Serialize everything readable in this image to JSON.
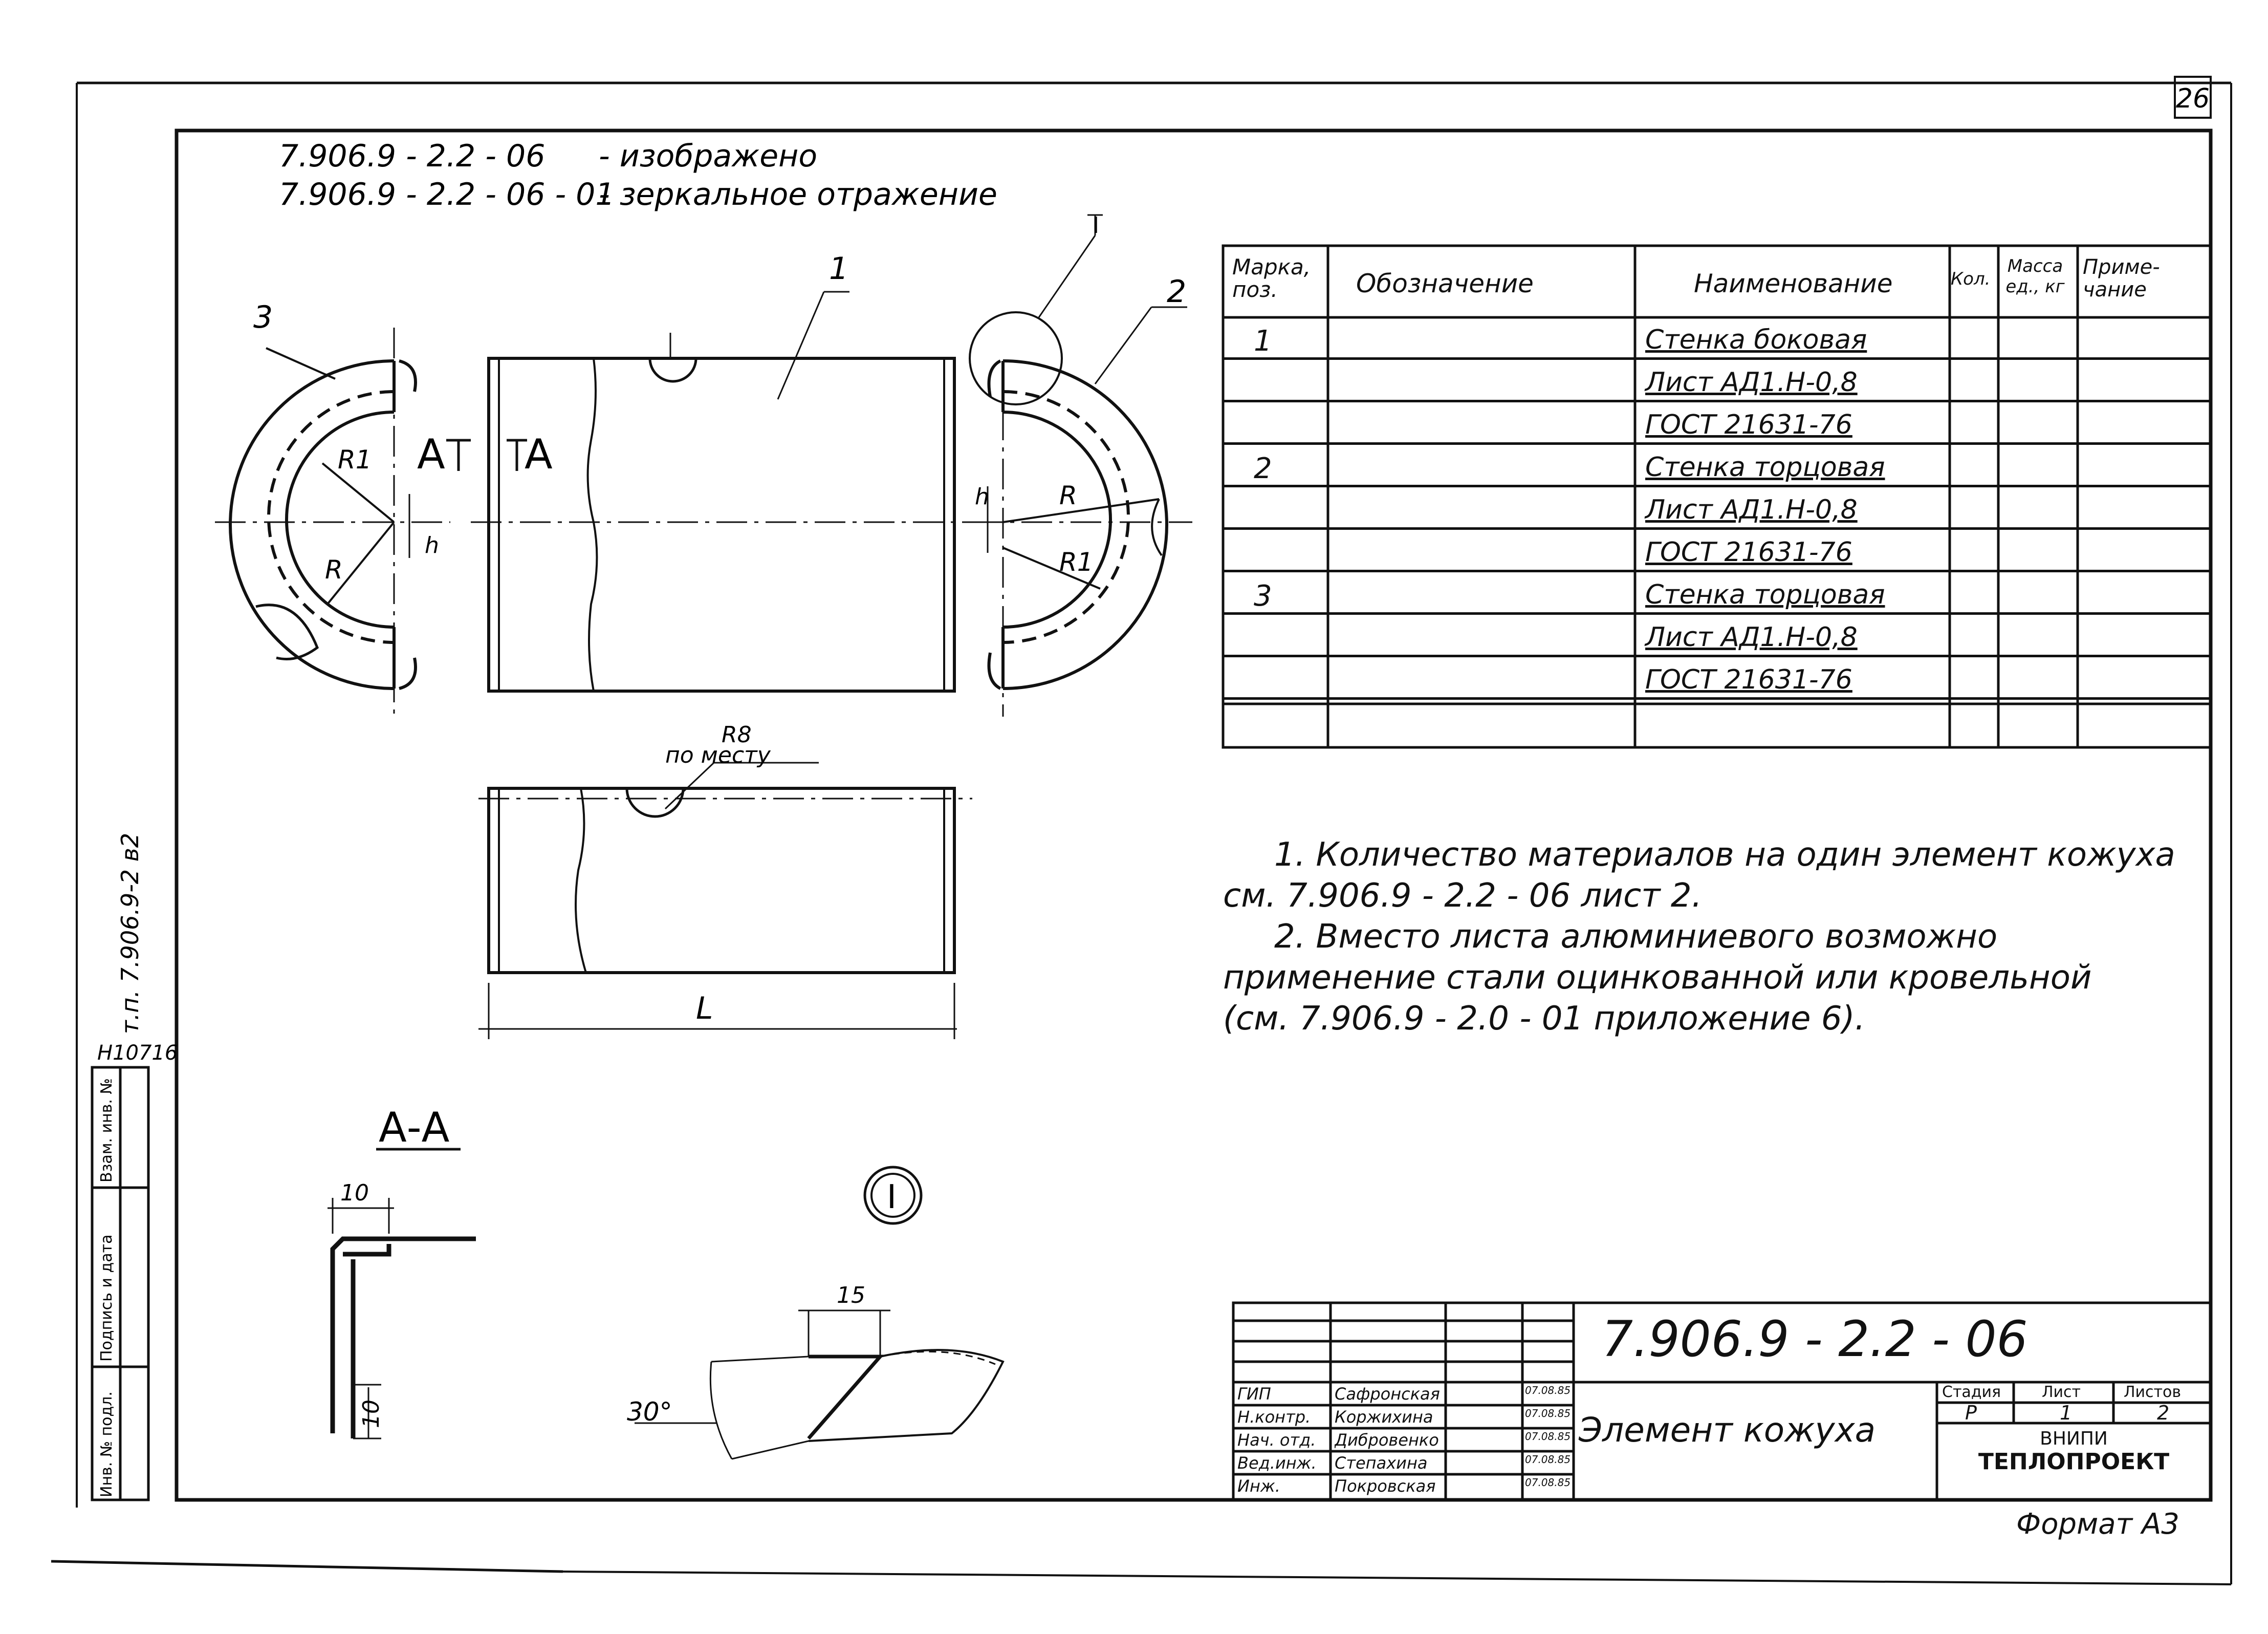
{
  "page_number": "26",
  "header": {
    "line1_code": "7.906.9 - 2.2 - 06",
    "line1_text": "- изображено",
    "line2_code": "7.906.9 - 2.2 - 06 - 01",
    "line2_text": "- зеркальное отражение"
  },
  "side_stamp": {
    "project": "т.п. 7.906.9-2  в2",
    "inventory": "Н10716",
    "labels": [
      "Инв. № подл.",
      "Подпись и дата",
      "Взам. инв. №"
    ]
  },
  "drawing_labels": {
    "pos1": "1",
    "pos2": "2",
    "pos3": "3",
    "section_a_left": "А",
    "section_a_right": "А",
    "r1_left": "R1",
    "r_left": "R",
    "h_left": "h",
    "r_right": "R",
    "r1_right": "R1",
    "h_right": "h",
    "callout_I": "I",
    "r8": "R8",
    "po_mestu": "по месту",
    "length": "L",
    "section_title": "А-А",
    "dim_10_top": "10",
    "dim_10_side": "10",
    "detail_mark": "I",
    "dim_15": "15",
    "angle_30": "30°"
  },
  "spec_table": {
    "headers": [
      "Марка, поз.",
      "Обозначение",
      "Наименование",
      "Кол.",
      "Масса ед., кг",
      "Приме-чание"
    ],
    "rows": [
      [
        "1",
        "",
        "Стенка боковая",
        "",
        "",
        ""
      ],
      [
        "",
        "",
        "Лист АД1.Н-0,8",
        "",
        "",
        ""
      ],
      [
        "",
        "",
        "ГОСТ 21631-76",
        "",
        "",
        ""
      ],
      [
        "2",
        "",
        "Стенка торцовая",
        "",
        "",
        ""
      ],
      [
        "",
        "",
        "Лист АД1.Н-0,8",
        "",
        "",
        ""
      ],
      [
        "",
        "",
        "ГОСТ 21631-76",
        "",
        "",
        ""
      ],
      [
        "3",
        "",
        "Стенка торцовая",
        "",
        "",
        ""
      ],
      [
        "",
        "",
        "Лист АД1.Н-0,8",
        "",
        "",
        ""
      ],
      [
        "",
        "",
        "ГОСТ 21631-76",
        "",
        "",
        ""
      ],
      [
        "",
        "",
        "",
        "",
        "",
        ""
      ]
    ]
  },
  "notes": [
    "1. Количество материалов на один элемент кожуха",
    "см. 7.906.9 - 2.2 - 06  лист 2.",
    "2. Вместо листа алюминиевого возможно",
    "применение стали оцинкованной или кровельной",
    "(см. 7.906.9 - 2.0 - 01 приложение 6)."
  ],
  "title_block": {
    "designation": "7.906.9 - 2.2 - 06",
    "name": "Элемент кожуха",
    "roles": [
      {
        "role": "ГИП",
        "name": "Сафронская",
        "date": "07.08.85"
      },
      {
        "role": "Н.контр.",
        "name": "Коржихина",
        "date": "07.08.85"
      },
      {
        "role": "Нач. отд.",
        "name": "Дибровенко",
        "date": "07.08.85"
      },
      {
        "role": "Вед.инж.",
        "name": "Степахина",
        "date": "07.08.85"
      },
      {
        "role": "Инж.",
        "name": "Покровская",
        "date": "07.08.85"
      }
    ],
    "stage_label": "Стадия",
    "sheet_label": "Лист",
    "sheets_label": "Листов",
    "stage": "Р",
    "sheet": "1",
    "sheets": "2",
    "org_line1": "ВНИПИ",
    "org_line2": "ТЕПЛОПРОЕКТ"
  },
  "format": "Формат А3"
}
